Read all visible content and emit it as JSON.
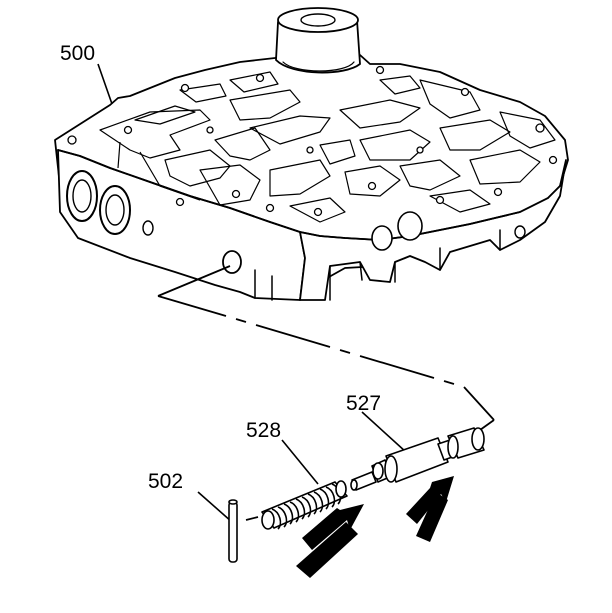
{
  "callouts": {
    "valve_body": "500",
    "retainer_pin": "502",
    "valve": "527",
    "spring": "528"
  },
  "colors": {
    "ink": "#000000",
    "paper": "#ffffff"
  },
  "icons": {
    "arrows": [
      "arrow-up-right-icon",
      "arrow-up-right-icon"
    ]
  }
}
